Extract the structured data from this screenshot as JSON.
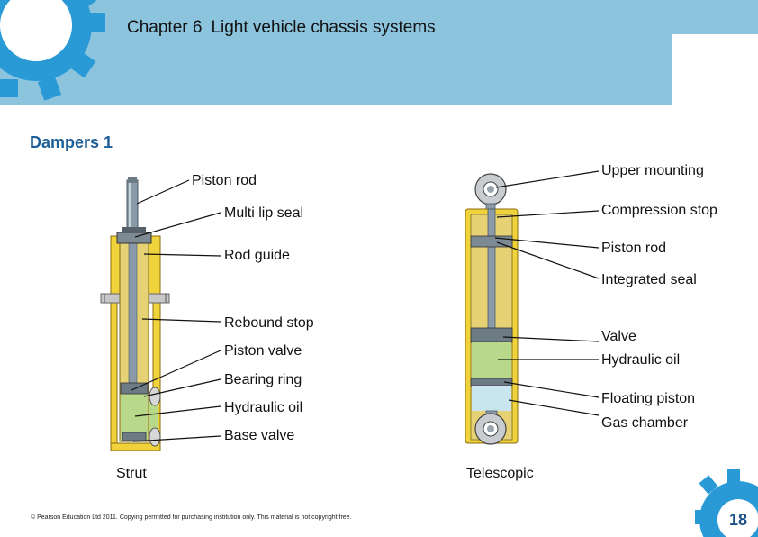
{
  "header": {
    "chapter_number": "Chapter 6",
    "chapter_title": "Light vehicle chassis systems"
  },
  "slide_title": "Dampers 1",
  "strut": {
    "caption": "Strut",
    "labels": [
      "Piston rod",
      "Multi lip seal",
      "Rod guide",
      "Rebound stop",
      "Piston valve",
      "Bearing ring",
      "Hydraulic oil",
      "Base valve"
    ]
  },
  "telescopic": {
    "caption": "Telescopic",
    "labels": [
      "Upper mounting",
      "Compression stop",
      "Piston rod",
      "Integrated seal",
      "Valve",
      "Hydraulic oil",
      "Floating piston",
      "Gas chamber"
    ]
  },
  "footer": "© Pearson Education Ltd 2011. Copying permitted for purchasing institution only. This material is not copyright free.",
  "page_number": "18",
  "colors": {
    "header_band": "#8cc3dd",
    "gear": "#2a9ad6",
    "title_blue": "#1f5f97",
    "body_yellow": "#f0d23a",
    "oil_green": "#b8d98a",
    "gas_blue": "#c9e6ee",
    "rod_grey": "#8a9aa8"
  }
}
